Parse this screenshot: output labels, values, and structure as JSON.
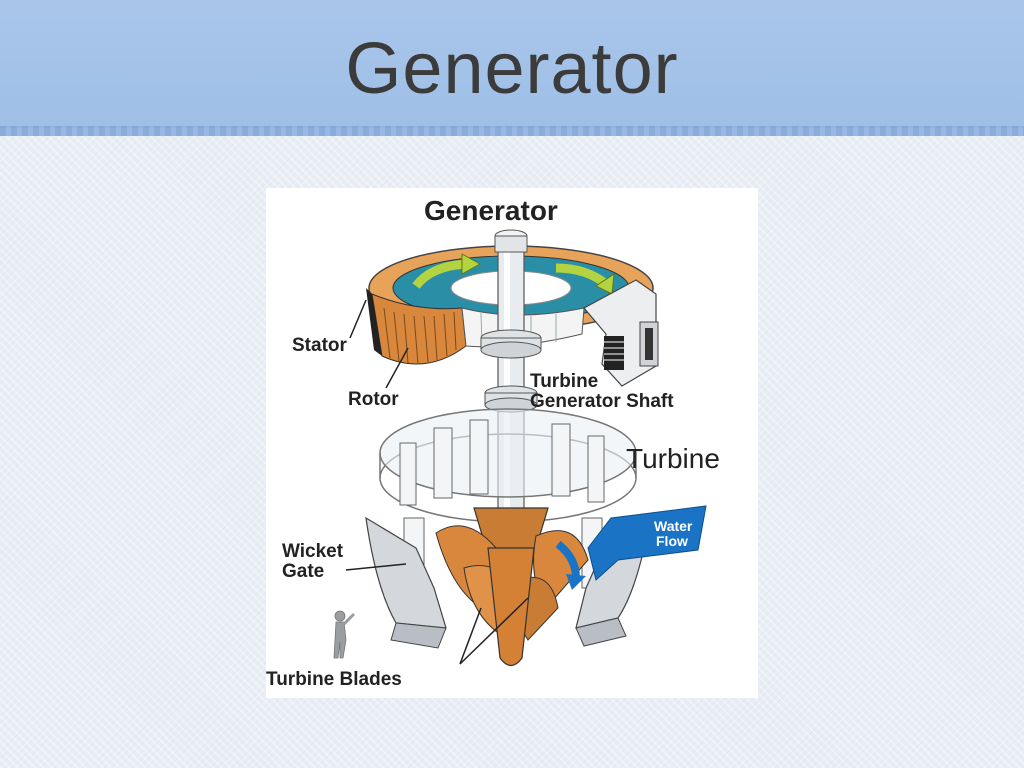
{
  "slide": {
    "title": "Generator"
  },
  "diagram": {
    "heading": "Generator",
    "labels": {
      "stator": "Stator",
      "rotor": "Rotor",
      "shaft_line1": "Turbine",
      "shaft_line2": "Generator Shaft",
      "turbine": "Turbine",
      "water_line1": "Water",
      "water_line2": "Flow",
      "wicket_line1": "Wicket",
      "wicket_line2": "Gate",
      "blades": "Turbine Blades"
    },
    "colors": {
      "title_band": "#a9c6ea",
      "copper": "#d9873c",
      "teal": "#2a8fa6",
      "arrow_green": "#b4d341",
      "water_blue": "#1a73c4",
      "steel": "#cfd3d8"
    }
  }
}
